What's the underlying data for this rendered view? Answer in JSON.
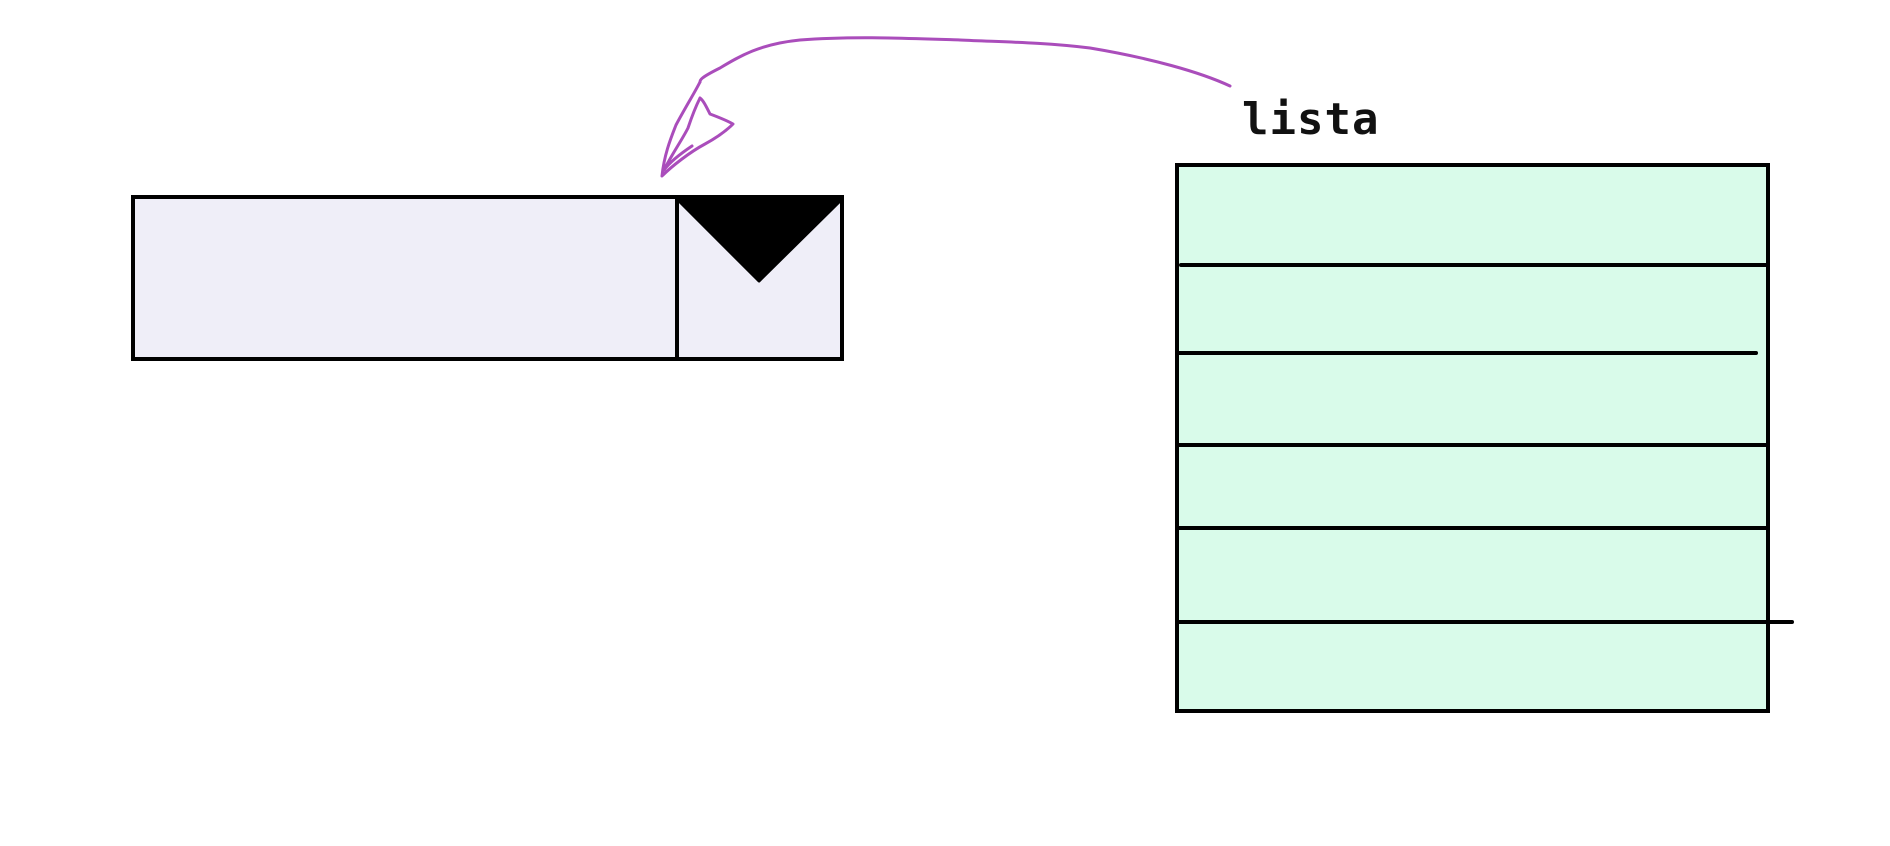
{
  "list_label": "lista",
  "colors": {
    "background": "#ffffff",
    "dropdown_fill": "#efeef8",
    "list_fill": "#d9fbea",
    "stroke": "#000000",
    "arrow": "#aa4dbb"
  },
  "icons": {
    "dropdown_button": "triangle-down-icon",
    "connector": "hand-drawn-arrow"
  },
  "list": {
    "row_count": 6
  }
}
